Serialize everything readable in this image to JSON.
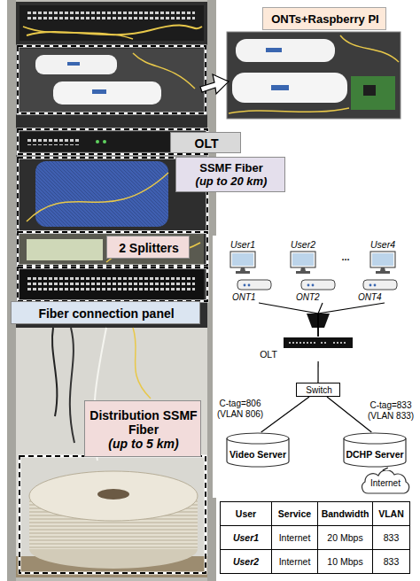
{
  "diagram": {
    "nodes": [
      {
        "text": [
          "ONTs+Raspberry PI"
        ]
      },
      {
        "text": [
          "OLT"
        ]
      },
      {
        "text": [
          "SSMF Fiber",
          "(up to 20 km)"
        ]
      },
      {
        "text": [
          "2 Splitters"
        ]
      },
      {
        "text": [
          "Fiber connection panel"
        ]
      },
      {
        "text": [
          "Distribution SSMF Fiber",
          "(up to 5 km)"
        ]
      },
      {
        "text": [
          "User1"
        ]
      },
      {
        "text": [
          "User2"
        ]
      },
      {
        "text": [
          "User4"
        ]
      },
      {
        "text": [
          "ONT1"
        ]
      },
      {
        "text": [
          "ONT2"
        ]
      },
      {
        "text": [
          "ONT4"
        ]
      },
      {
        "text": [
          "OLT"
        ]
      },
      {
        "text": [
          "Switch"
        ]
      },
      {
        "text": [
          "Video Server"
        ]
      },
      {
        "text": [
          "DCHP Server"
        ]
      },
      {
        "text": [
          "Internet"
        ]
      }
    ],
    "edges": [
      {
        "from": 12,
        "to": 9,
        "arrow": "none"
      },
      {
        "from": 12,
        "to": 10,
        "arrow": "none"
      },
      {
        "from": 12,
        "to": 11,
        "arrow": "none"
      },
      {
        "from": 12,
        "to": 13,
        "arrow": "none"
      },
      {
        "from": 13,
        "to": 14,
        "label": "C-tag=806 (VLAN 806)",
        "arrow": "none"
      },
      {
        "from": 13,
        "to": 15,
        "label": "C-tag=833 (VLAN 833)",
        "arrow": "none"
      },
      {
        "from": 15,
        "to": 16,
        "arrow": "none"
      }
    ],
    "labels": [
      "...",
      "User",
      "Service",
      "Bandwidth",
      "VLAN",
      "User1",
      "Internet",
      "20 Mbps",
      "833",
      "User2",
      "Internet",
      "10 Mbps",
      "833"
    ]
  }
}
